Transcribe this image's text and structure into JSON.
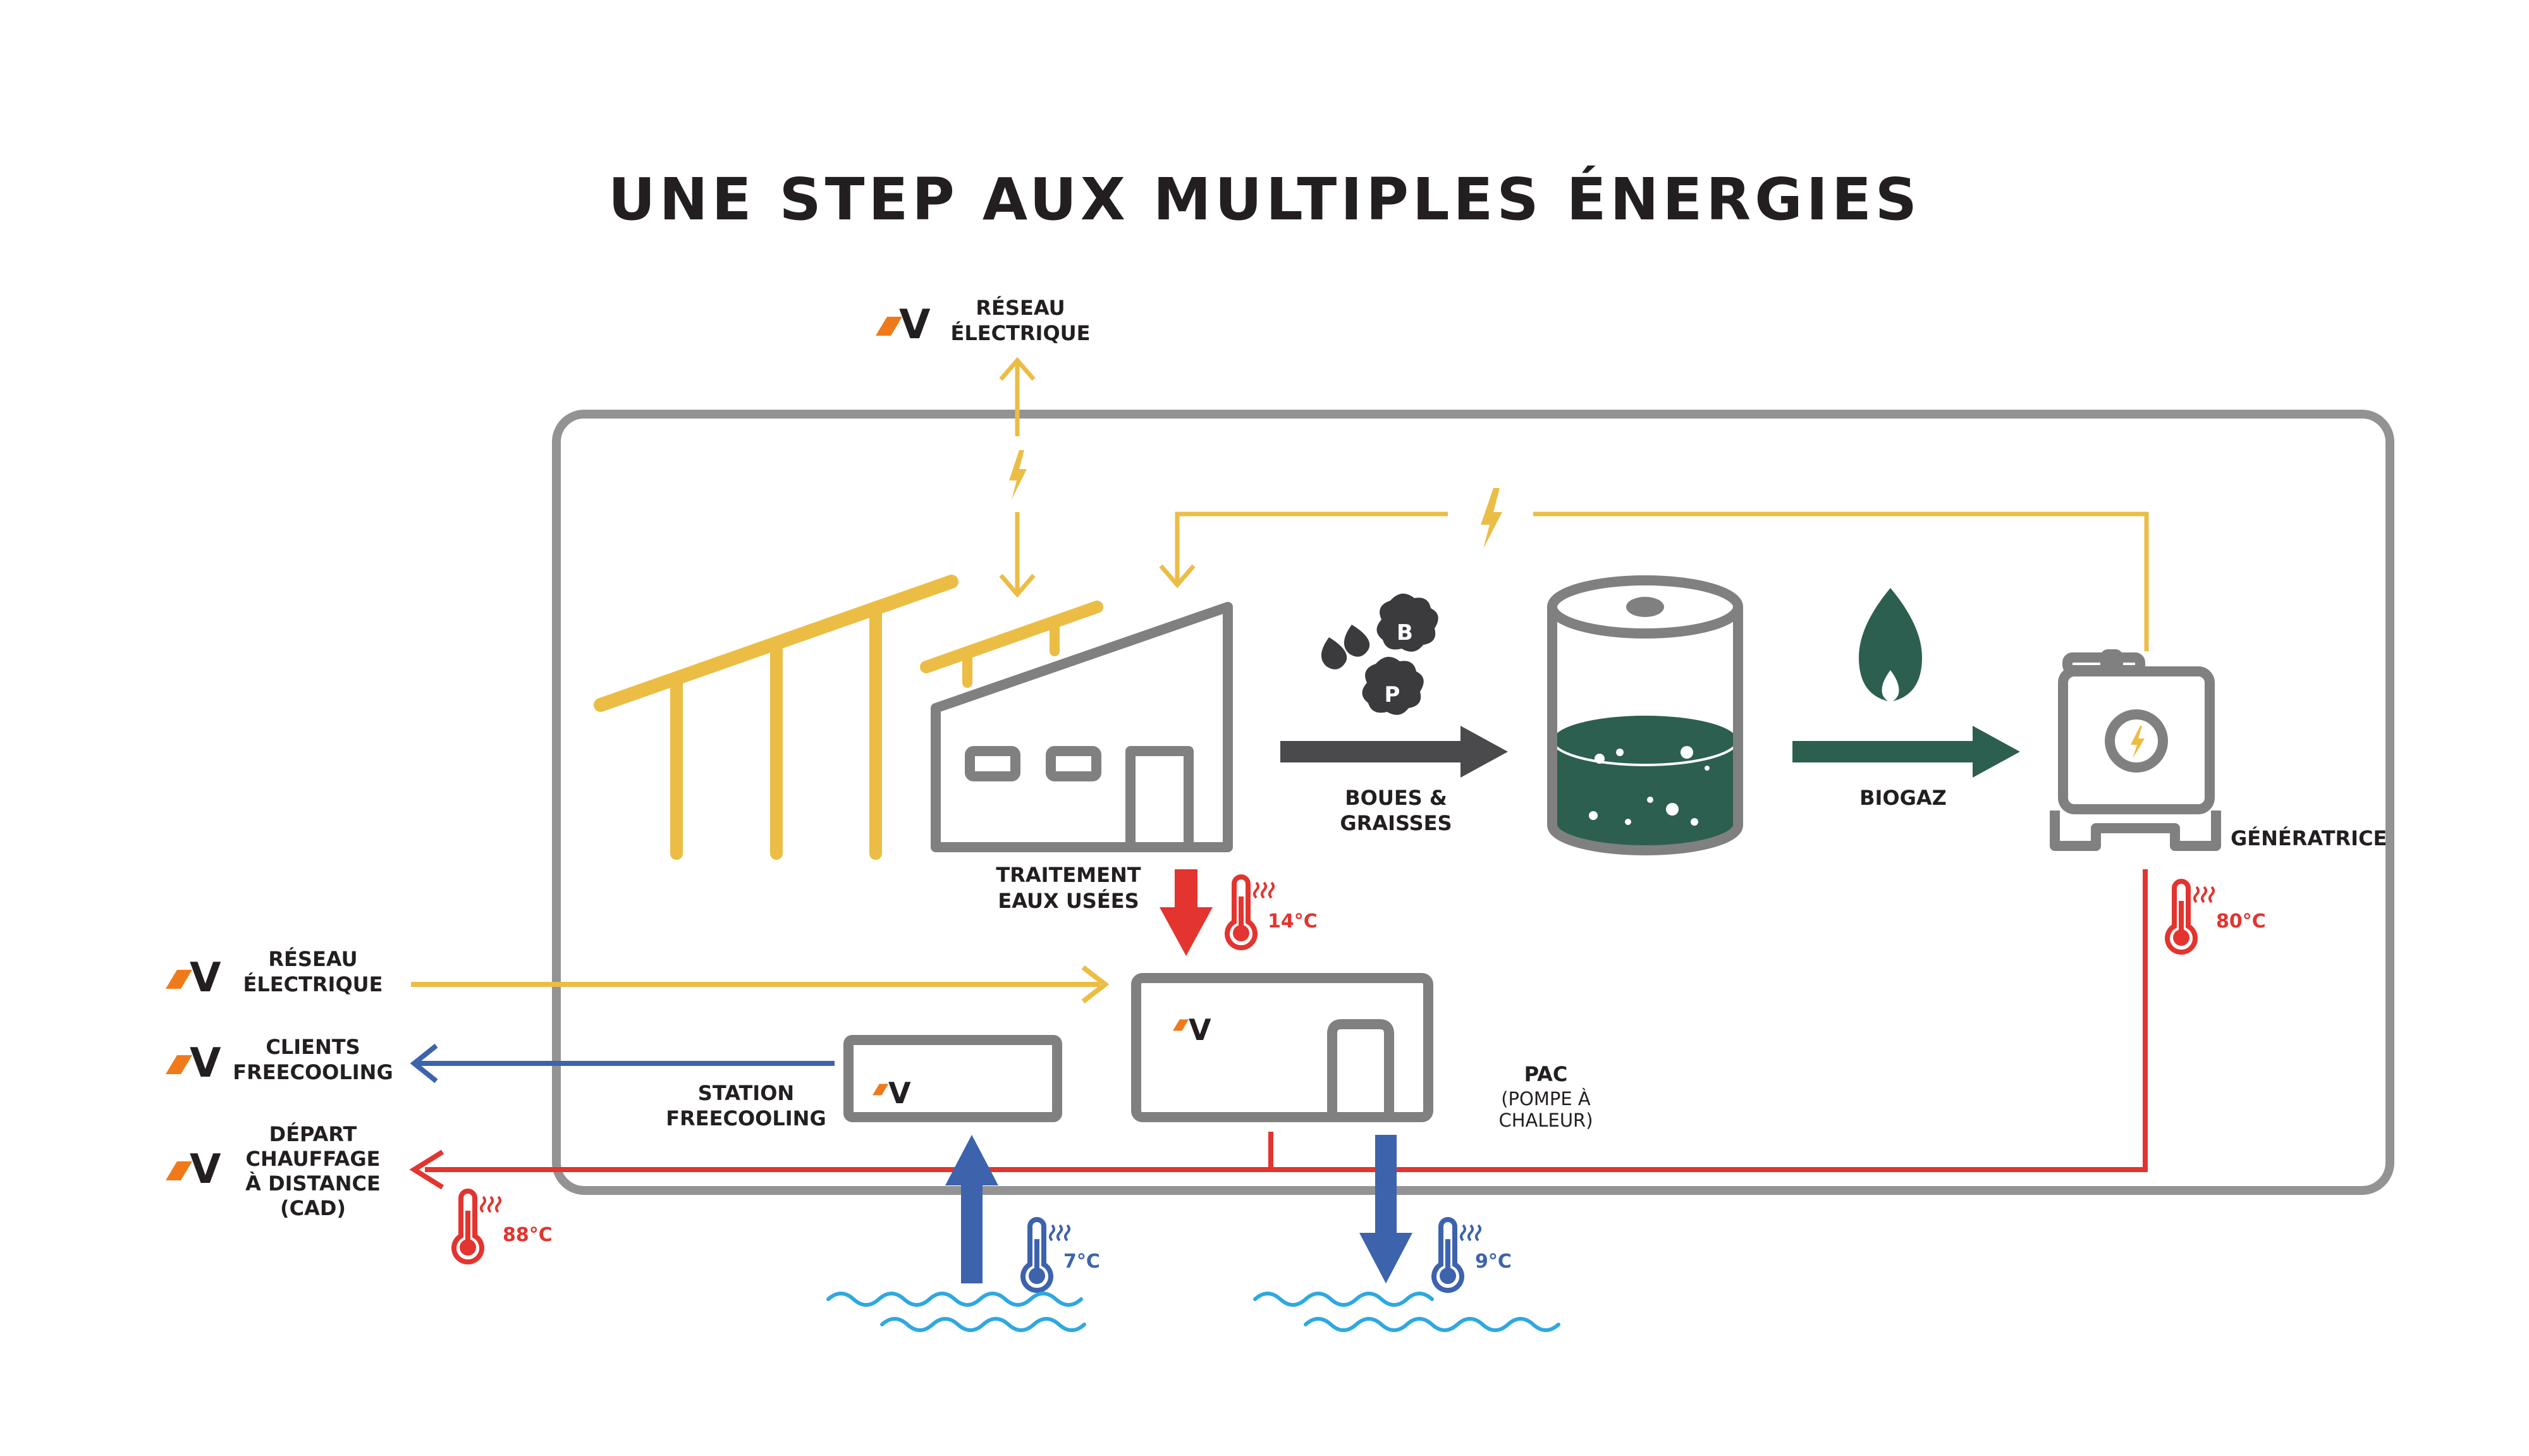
{
  "title": "UNE STEP AUX MULTIPLES ÉNERGIES",
  "colors": {
    "electric": "#ecbd45",
    "heat": "#e3342f",
    "cold": "#3d63ad",
    "water": "#2fa8e0",
    "biogas": "#2c5f4f",
    "sludge": "#4a4a4d",
    "frame": "#939393",
    "logo_orange": "#f07a1a",
    "text": "#231f20"
  },
  "logo_letter": "V",
  "labels": {
    "grid_top": [
      "RÉSEAU",
      "ÉLECTRIQUE"
    ],
    "treatment": [
      "TRAITEMENT",
      "EAUX USÉES"
    ],
    "sludge": [
      "BOUES &",
      "GRAISSES"
    ],
    "biogas": "BIOGAZ",
    "generator": "GÉNÉRATRICE",
    "grid_left": [
      "RÉSEAU",
      "ÉLECTRIQUE"
    ],
    "clients": [
      "CLIENTS",
      "FREECOOLING"
    ],
    "district": [
      "DÉPART",
      "CHAUFFAGE",
      "À DISTANCE",
      "(CAD)"
    ],
    "station": [
      "STATION",
      "FREECOOLING"
    ],
    "pac_title": "PAC",
    "pac_sub": [
      "(POMPE À",
      "CHALEUR)"
    ],
    "sludge_b": "B",
    "sludge_p": "P"
  },
  "temperatures": {
    "wastewater": "14°C",
    "generator": "80°C",
    "district": "88°C",
    "intake": "7°C",
    "outflow": "9°C"
  }
}
